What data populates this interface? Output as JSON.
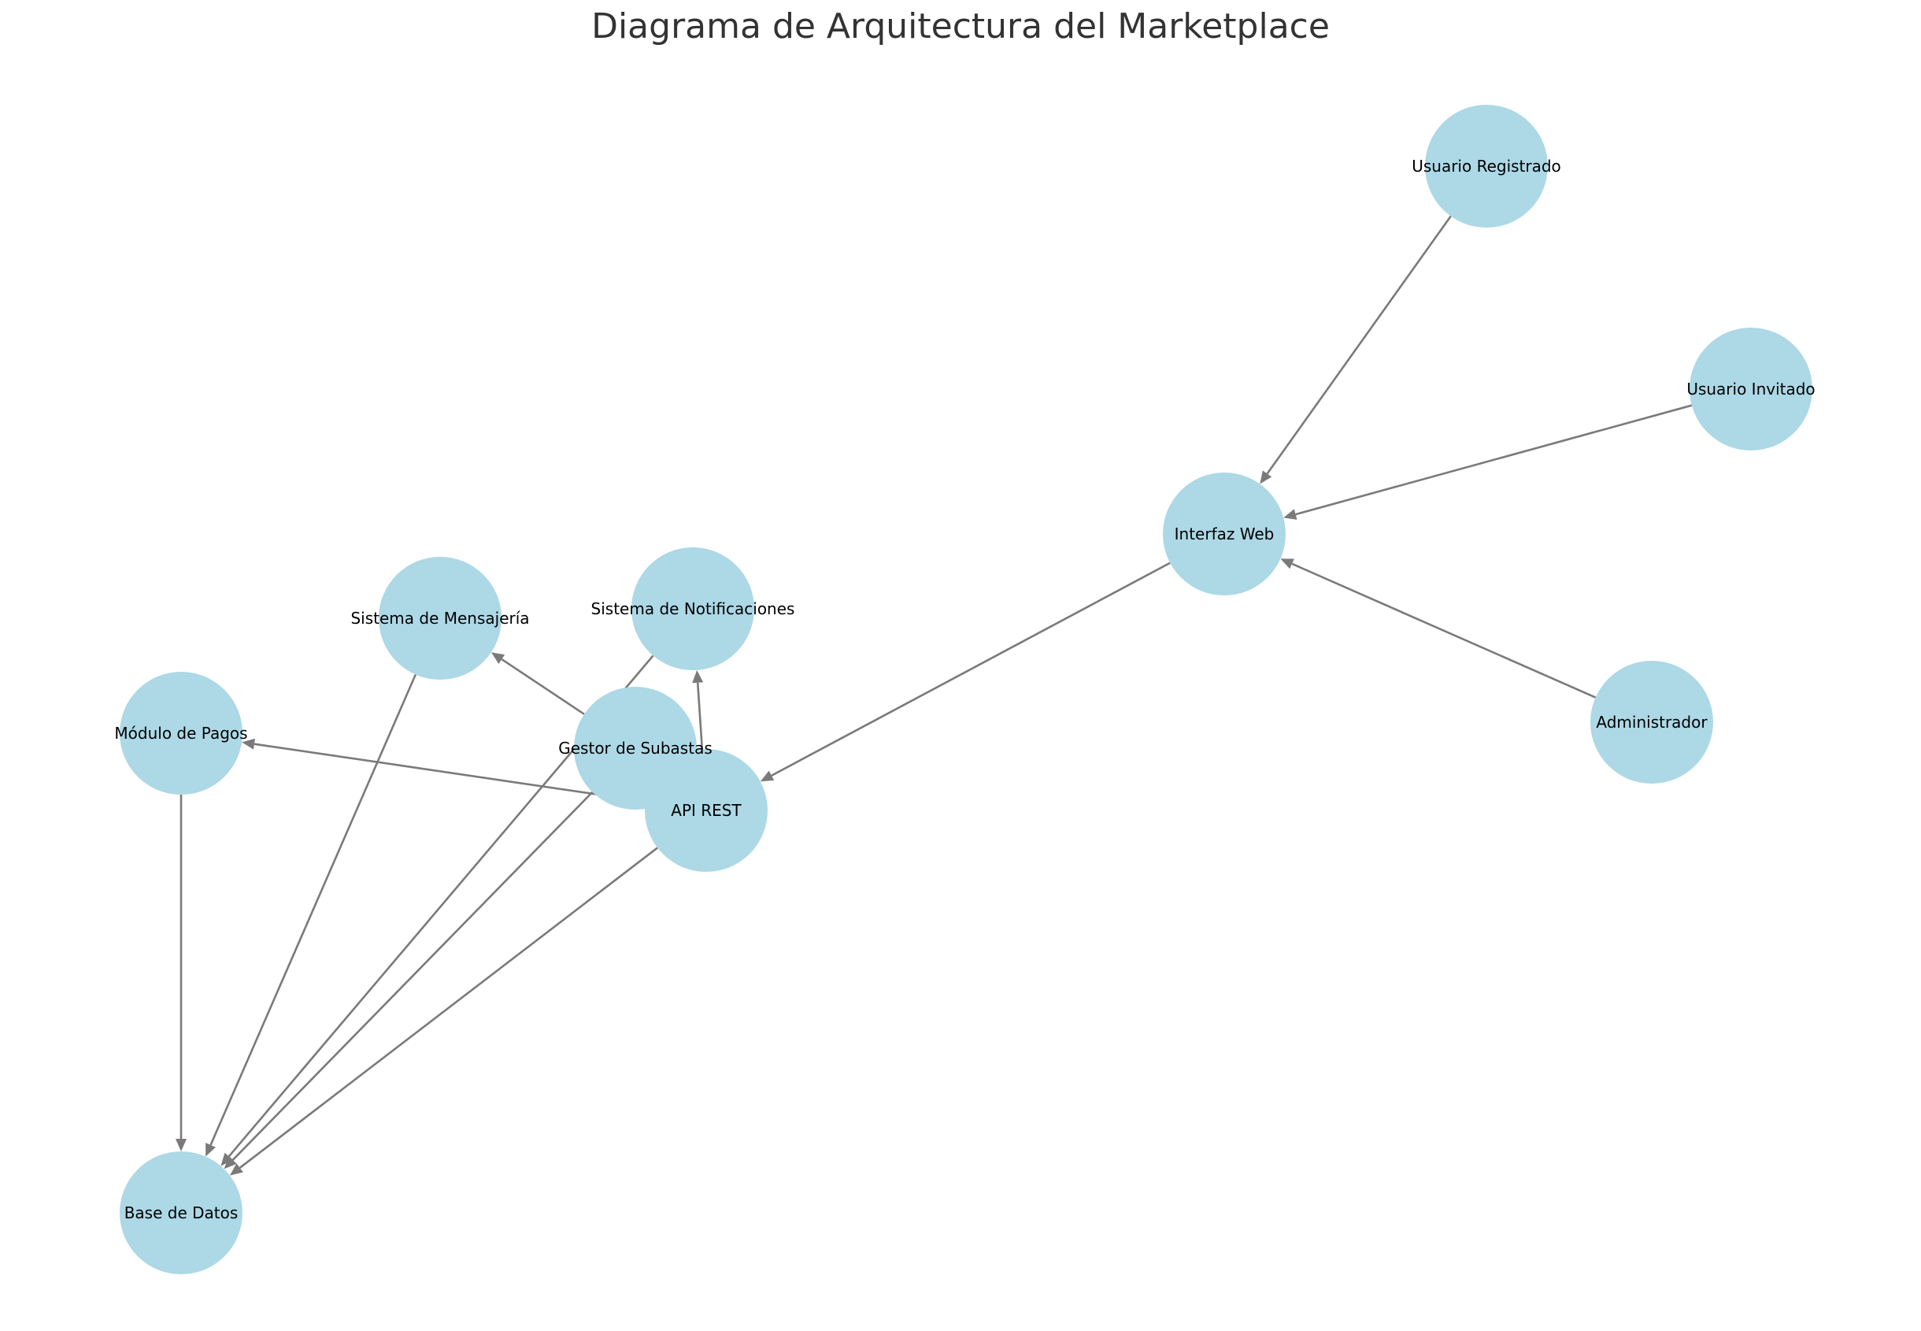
{
  "title": "Diagrama de Arquitectura del Marketplace",
  "colors": {
    "node_fill": "#add8e6",
    "edge": "#7a7a7a",
    "title": "#333333",
    "label": "#000000"
  },
  "nodes": [
    {
      "id": "usuario_registrado",
      "label": "Usuario Registrado"
    },
    {
      "id": "usuario_invitado",
      "label": "Usuario Invitado"
    },
    {
      "id": "administrador",
      "label": "Administrador"
    },
    {
      "id": "interfaz_web",
      "label": "Interfaz Web"
    },
    {
      "id": "api_rest",
      "label": "API REST"
    },
    {
      "id": "gestor_subastas",
      "label": "Gestor de Subastas"
    },
    {
      "id": "sistema_mensajeria",
      "label": "Sistema de Mensajería"
    },
    {
      "id": "sistema_notificaciones",
      "label": "Sistema de Notificaciones"
    },
    {
      "id": "modulo_pagos",
      "label": "Módulo de Pagos"
    },
    {
      "id": "base_datos",
      "label": "Base de Datos"
    }
  ],
  "edges": [
    {
      "from": "usuario_registrado",
      "to": "interfaz_web"
    },
    {
      "from": "usuario_invitado",
      "to": "interfaz_web"
    },
    {
      "from": "administrador",
      "to": "interfaz_web"
    },
    {
      "from": "interfaz_web",
      "to": "api_rest"
    },
    {
      "from": "api_rest",
      "to": "modulo_pagos"
    },
    {
      "from": "api_rest",
      "to": "sistema_notificaciones"
    },
    {
      "from": "api_rest",
      "to": "base_datos"
    },
    {
      "from": "gestor_subastas",
      "to": "sistema_mensajeria"
    },
    {
      "from": "gestor_subastas",
      "to": "base_datos"
    },
    {
      "from": "sistema_notificaciones",
      "to": "base_datos"
    },
    {
      "from": "sistema_mensajeria",
      "to": "base_datos"
    },
    {
      "from": "modulo_pagos",
      "to": "base_datos"
    }
  ]
}
